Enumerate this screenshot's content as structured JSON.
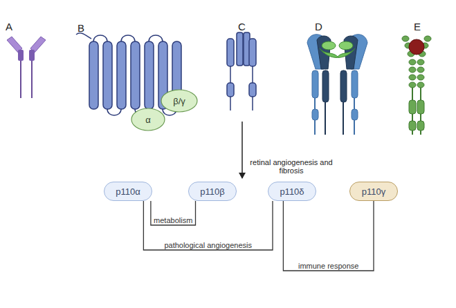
{
  "diagram": {
    "nodes": [
      {
        "text": [
          "α"
        ]
      },
      {
        "text": [
          "β/γ"
        ]
      },
      {
        "text": [
          "p110α"
        ]
      },
      {
        "text": [
          "p110β"
        ]
      },
      {
        "text": [
          "p110δ"
        ]
      },
      {
        "text": [
          "p110γ"
        ]
      }
    ],
    "edges": [
      {
        "from": 2,
        "to": 3,
        "label": "metabolism",
        "arrow": "none"
      },
      {
        "from": 2,
        "to": 4,
        "label": "pathological angiogenesis",
        "arrow": "none"
      },
      {
        "from": 4,
        "to": 5,
        "label": "immune response",
        "arrow": "none"
      }
    ],
    "labels": [
      "A",
      "B",
      "C",
      "D",
      "E",
      "retinal angiogenesis and fibrosis"
    ]
  }
}
